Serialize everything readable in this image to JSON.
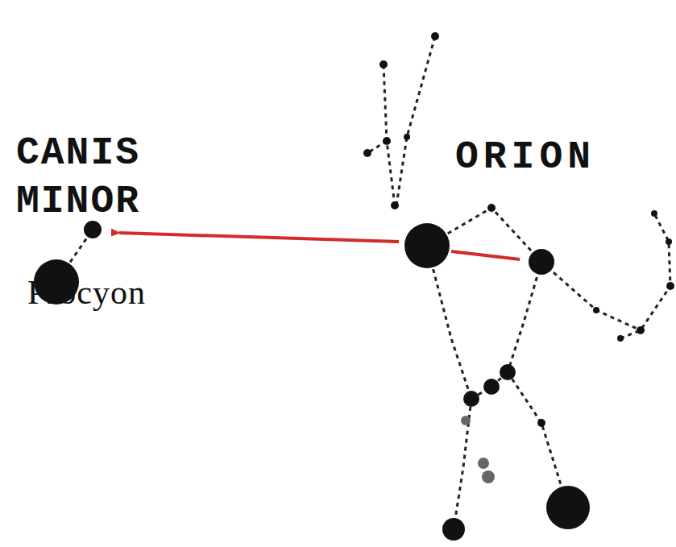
{
  "diagram": {
    "labels": [
      "CANIS MINOR",
      "ORION",
      "Procyon"
    ]
  }
}
